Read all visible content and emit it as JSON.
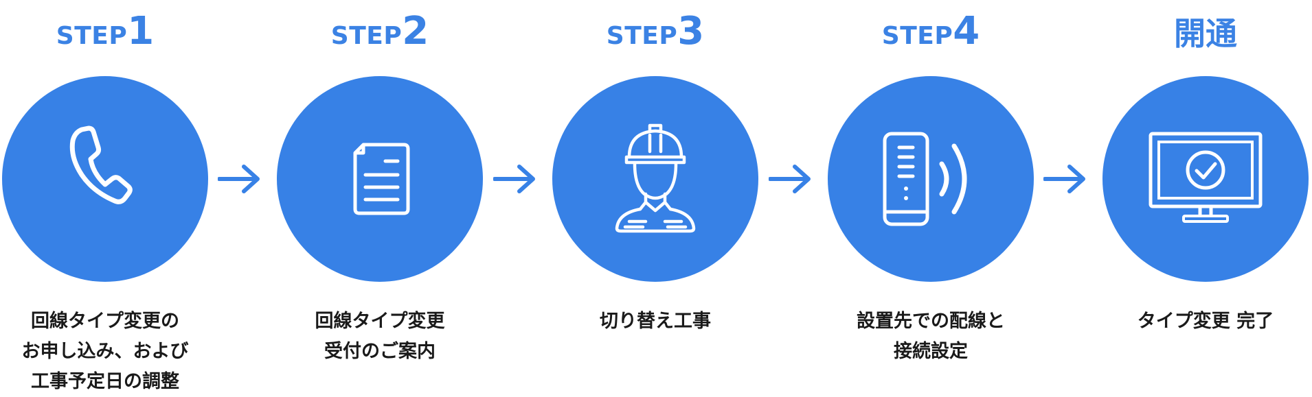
{
  "colors": {
    "accent": "#3781e6",
    "label": "#3b82e4",
    "text": "#1a1a1a",
    "icon": "#ffffff"
  },
  "steps": [
    {
      "prefix": "STEP",
      "number": "1",
      "icon": "phone-icon",
      "lines": [
        "回線タイプ変更の",
        "お申し込み、および",
        "工事予定日の調整"
      ]
    },
    {
      "prefix": "STEP",
      "number": "2",
      "icon": "document-icon",
      "lines": [
        "回線タイプ変更",
        "受付のご案内"
      ]
    },
    {
      "prefix": "STEP",
      "number": "3",
      "icon": "worker-icon",
      "lines": [
        "切り替え工事"
      ]
    },
    {
      "prefix": "STEP",
      "number": "4",
      "icon": "router-wireless-icon",
      "lines": [
        "設置先での配線と",
        "接続設定"
      ]
    },
    {
      "label": "開通",
      "icon": "monitor-check-icon",
      "lines": [
        "タイプ変更 完了"
      ]
    }
  ],
  "arrows": [
    "arrow-right-icon",
    "arrow-right-icon",
    "arrow-right-icon",
    "arrow-right-icon"
  ]
}
